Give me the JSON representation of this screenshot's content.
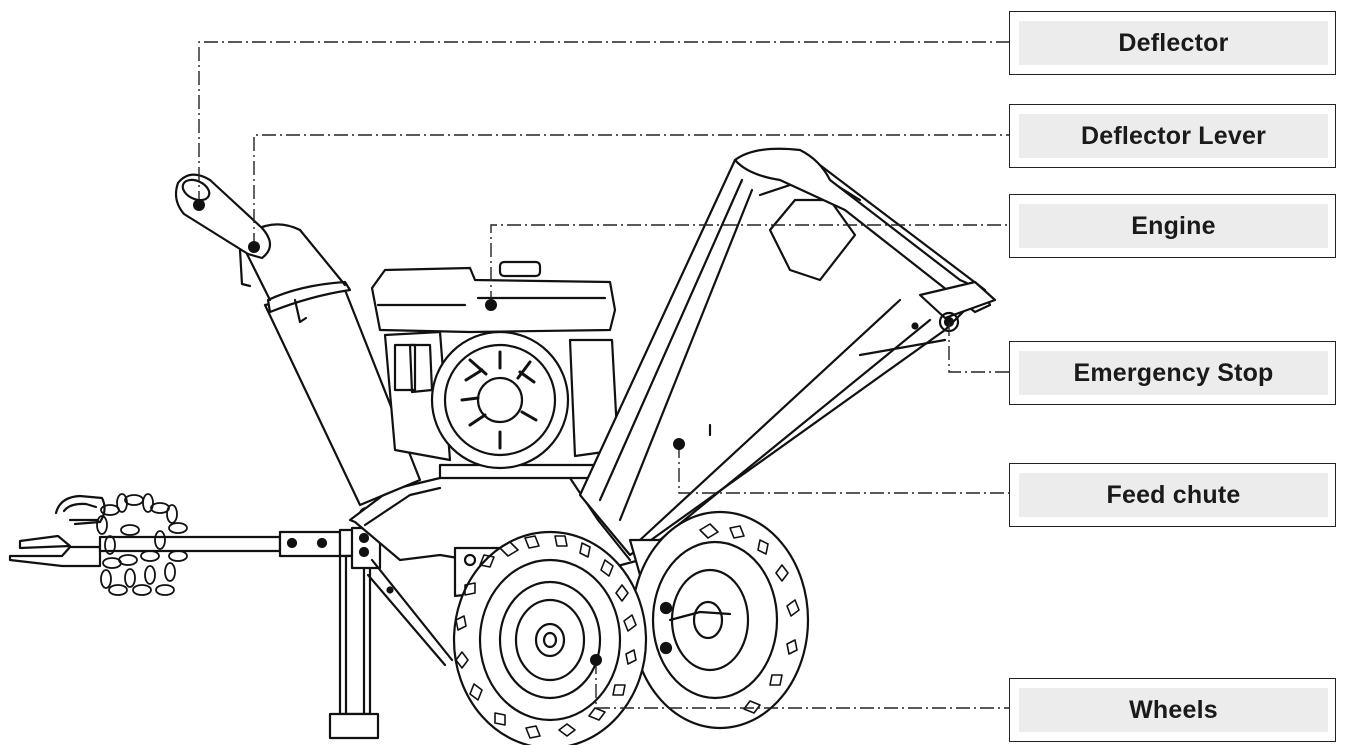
{
  "labels": {
    "deflector": "Deflector",
    "deflector_lever": "Deflector Lever",
    "engine": "Engine",
    "emergency_stop": "Emergency Stop",
    "feed_chute": "Feed chute",
    "wheels": "Wheels"
  },
  "colors": {
    "line": "#111111",
    "label_fill": "#ececec",
    "background": "#ffffff"
  }
}
